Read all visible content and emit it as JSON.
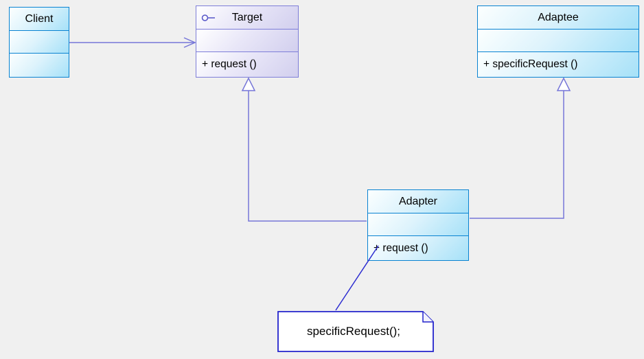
{
  "diagram": {
    "background": "#f0f0f0",
    "classes": {
      "client": {
        "name": "Client",
        "attributes": [],
        "methods": []
      },
      "target": {
        "name": "Target",
        "icon": "interface-lollipop-icon",
        "attributes": [],
        "method": "+ request ()"
      },
      "adaptee": {
        "name": "Adaptee",
        "attributes": [],
        "method": "+ specificRequest ()"
      },
      "adapter": {
        "name": "Adapter",
        "attributes": [],
        "method": "+ request ()"
      }
    },
    "note": {
      "text": "specificRequest();"
    },
    "relationships": [
      {
        "from": "Client",
        "to": "Target",
        "type": "directed-association"
      },
      {
        "from": "Adapter",
        "to": "Target",
        "type": "generalization"
      },
      {
        "from": "Adapter",
        "to": "Adaptee",
        "type": "generalization"
      },
      {
        "from": "note",
        "to": "Adapter",
        "type": "anchor"
      }
    ],
    "colors": {
      "class_border": "#0882d1",
      "class_fill": "#a6e1f8",
      "target_border": "#7d7dd8",
      "target_fill": "#d2cfee",
      "connector": "#7575d8",
      "note_border": "#2222cc",
      "note_line": "#2b2bd0"
    }
  }
}
